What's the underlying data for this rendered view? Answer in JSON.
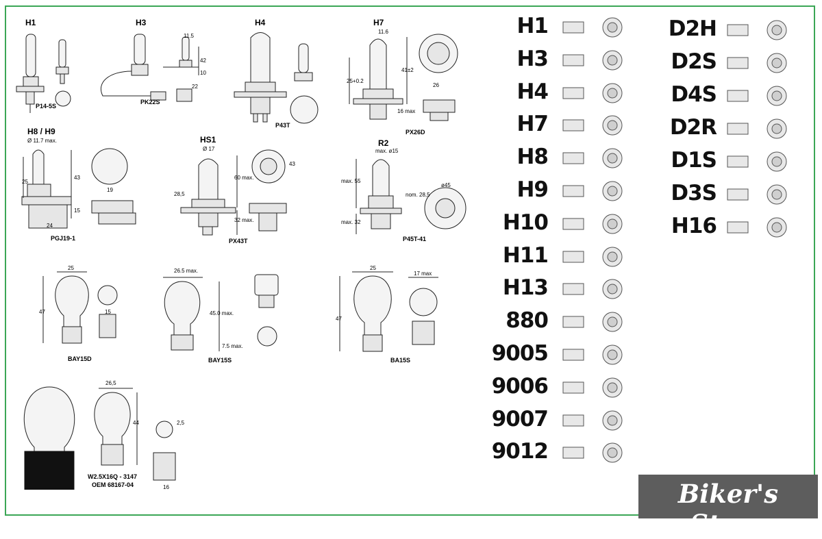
{
  "diagrams": {
    "h1": {
      "title": "H1",
      "caption": "P14-5S"
    },
    "h3": {
      "title": "H3",
      "caption": "PK22S",
      "dims": [
        "11.5",
        "42",
        "10",
        "22"
      ]
    },
    "h4": {
      "title": "H4",
      "caption": "P43T"
    },
    "h7": {
      "title": "H7",
      "caption": "PX26D",
      "dims": [
        "11.6",
        "41±2",
        "25+0.2",
        "26",
        "16 max"
      ]
    },
    "h8h9": {
      "title": "H8 / H9",
      "caption": "PGJ19-1",
      "dims": [
        "Ø 11.7 max.",
        "25",
        "43",
        "15",
        "19",
        "24"
      ]
    },
    "hs1": {
      "title": "HS1",
      "caption": "PX43T",
      "dims": [
        "Ø 17",
        "60 max.",
        "28,5",
        "32 max.",
        "43"
      ]
    },
    "r2": {
      "title": "R2",
      "caption": "P45T-41",
      "dims": [
        "max. ø15",
        "max. 55",
        "nom. 28,5",
        "max. 32",
        "ø45"
      ]
    },
    "bay15d": {
      "title": "",
      "caption": "BAY15D",
      "dims": [
        "25",
        "47",
        "15"
      ]
    },
    "bay15s": {
      "title": "",
      "caption": "BAY15S",
      "dims": [
        "26.5 max.",
        "45.0 max.",
        "7.5 max."
      ]
    },
    "ba15s": {
      "title": "",
      "caption": "BA15S",
      "dims": [
        "25",
        "47",
        "17 max"
      ]
    },
    "w25": {
      "title": "",
      "caption_line1": "W2.5X16Q - 3147",
      "caption_line2": "OEM 68167-04",
      "dims": [
        "26,5",
        "44",
        "2,5",
        "16"
      ]
    }
  },
  "bulb_list_left": [
    "H1",
    "H3",
    "H4",
    "H7",
    "H8",
    "H9",
    "H10",
    "H11",
    "H13",
    "880",
    "9005",
    "9006",
    "9007",
    "9012"
  ],
  "bulb_list_right": [
    "D2H",
    "D2S",
    "D4S",
    "D2R",
    "D1S",
    "D3S",
    "H16"
  ],
  "brand": {
    "name": "Biker's Store"
  },
  "colors": {
    "border": "#3aa655",
    "brand_bg": "#5d5d5d",
    "brand_text": "#ffffff"
  }
}
